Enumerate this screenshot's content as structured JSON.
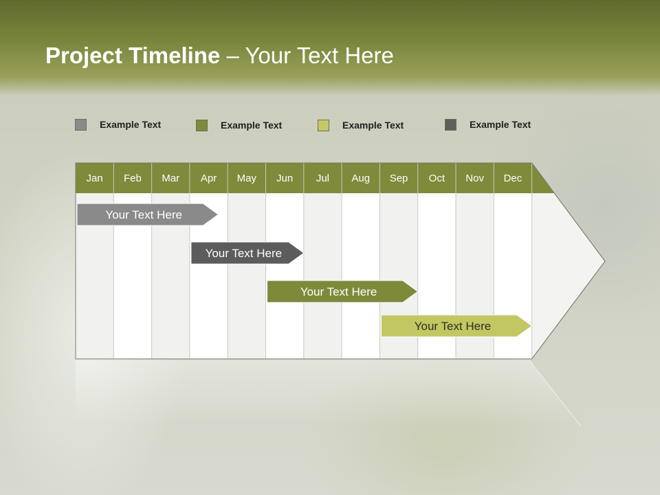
{
  "title": {
    "bold": "Project Timeline",
    "rest": " – Your Text Here"
  },
  "legend": [
    {
      "label": "Example Text",
      "color": "#8a8a8a"
    },
    {
      "label": "Example Text",
      "color": "#7e8a3a"
    },
    {
      "label": "Example Text",
      "color": "#c4c866"
    },
    {
      "label": "Example Text",
      "color": "#5e5e5e"
    }
  ],
  "timeline": {
    "months": [
      "Jan",
      "Feb",
      "Mar",
      "Apr",
      "May",
      "Jun",
      "Jul",
      "Aug",
      "Sep",
      "Oct",
      "Nov",
      "Dec"
    ],
    "header_color": "#7f8a3a",
    "tasks": [
      {
        "label": "Your  Text Here",
        "start": 0,
        "end": 3.75,
        "color": "#8a8a8a",
        "text_color": "#ffffff"
      },
      {
        "label": "Your  Text Here",
        "start": 3,
        "end": 6,
        "color": "#5c5c5c",
        "text_color": "#ffffff"
      },
      {
        "label": "Your  Text Here",
        "start": 5,
        "end": 9,
        "color": "#7e8a3a",
        "text_color": "#ffffff"
      },
      {
        "label": "Your  Text Here",
        "start": 8,
        "end": 12,
        "color": "#c2c764",
        "text_color": "#2f2f1c"
      }
    ]
  }
}
